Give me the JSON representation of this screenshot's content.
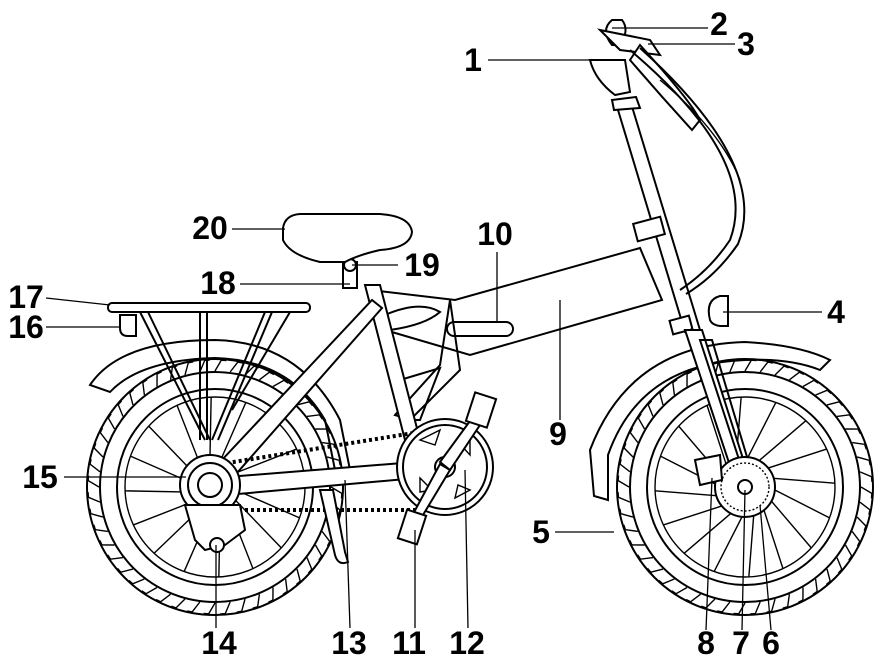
{
  "callouts": [
    {
      "number": "1"
    },
    {
      "number": "2"
    },
    {
      "number": "3"
    },
    {
      "number": "4"
    },
    {
      "number": "5"
    },
    {
      "number": "6"
    },
    {
      "number": "7"
    },
    {
      "number": "8"
    },
    {
      "number": "9"
    },
    {
      "number": "10"
    },
    {
      "number": "11"
    },
    {
      "number": "12"
    },
    {
      "number": "13"
    },
    {
      "number": "14"
    },
    {
      "number": "15"
    },
    {
      "number": "16"
    },
    {
      "number": "17"
    },
    {
      "number": "18"
    },
    {
      "number": "19"
    },
    {
      "number": "20"
    }
  ],
  "colors": {
    "line": "#000000",
    "background": "#ffffff"
  }
}
